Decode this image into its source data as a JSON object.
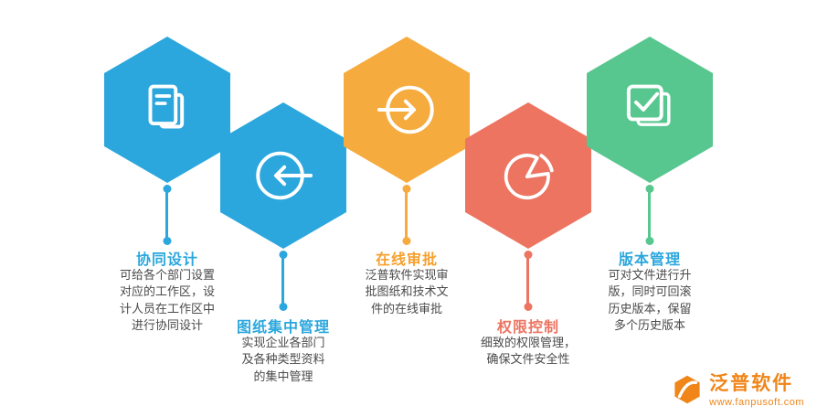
{
  "page": {
    "background": "#ffffff",
    "text_color": "#4A4A4A"
  },
  "features": [
    {
      "title": "协同设计",
      "description": "可给各个部门设置\n对应的工作区，设\n计人员在工作区中\n进行协同设计",
      "icon": "documents-icon",
      "accent_color": "#2BA7DD",
      "title_color": "#2BA7DD"
    },
    {
      "title": "图纸集中管理",
      "description": "实现企业各部门\n及各种类型资料\n的集中管理",
      "icon": "arrow-left-circle-icon",
      "accent_color": "#2BA7DD",
      "title_color": "#2BA7DD"
    },
    {
      "title": "在线审批",
      "description": "泛普软件实现审\n批图纸和技术文\n件的在线审批",
      "icon": "arrow-right-circle-icon",
      "accent_color": "#F6AB3E",
      "title_color": "#F6A02D"
    },
    {
      "title": "权限控制",
      "description": "细致的权限管理，\n确保文件安全性",
      "icon": "pie-disc-icon",
      "accent_color": "#EC7461",
      "title_color": "#EC7461"
    },
    {
      "title": "版本管理",
      "description": "可对文件进行升\n版，同时可回滚\n历史版本，保留\n多个历史版本",
      "icon": "check-square-icon",
      "accent_color": "#57C78F",
      "title_color": "#2BA7DD"
    }
  ],
  "brand": {
    "name": "泛普软件",
    "url": "www.fanpusoft.com",
    "color": "#F08519"
  }
}
